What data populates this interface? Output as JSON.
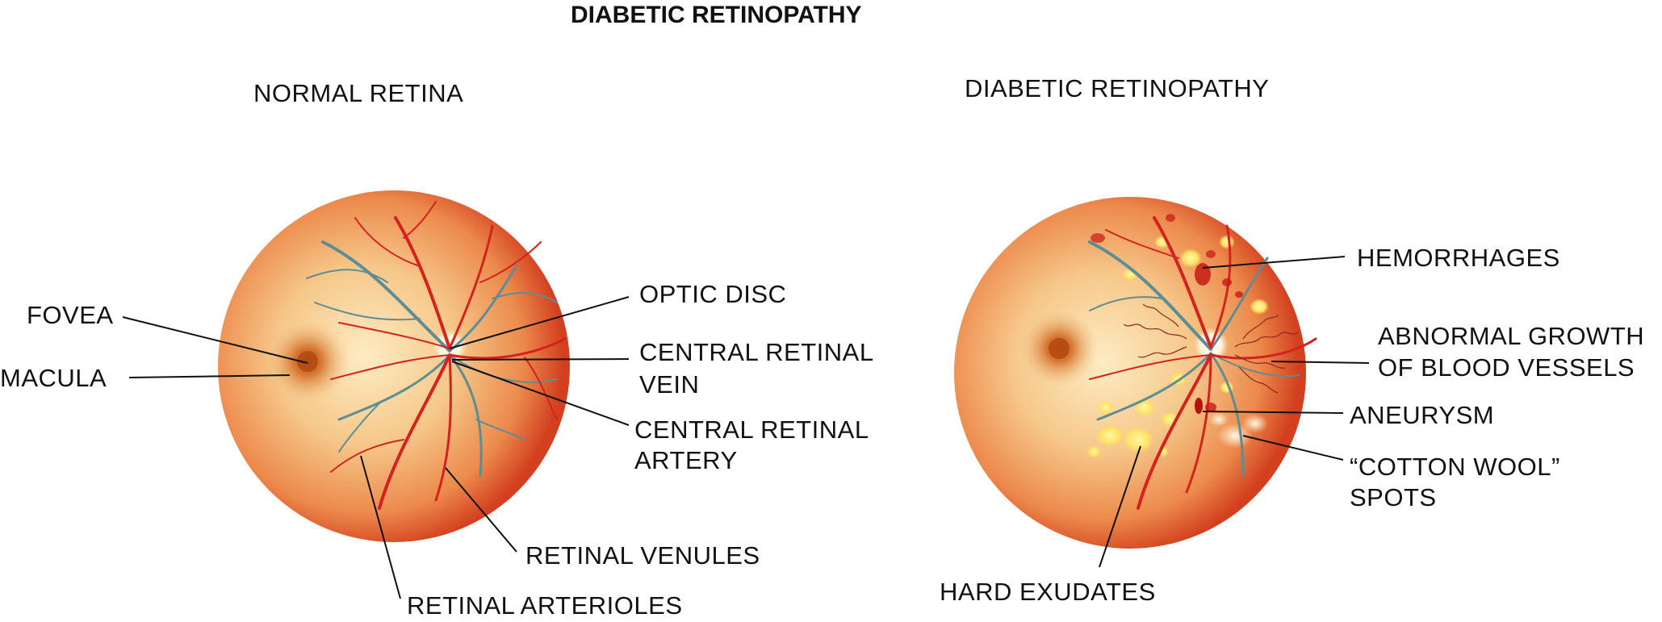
{
  "title": "DIABETIC RETINOPATHY",
  "panels": {
    "normal": {
      "heading": "NORMAL RETINA",
      "labels": {
        "fovea": "FOVEA",
        "macula": "MACULA",
        "optic_disc": "OPTIC DISC",
        "central_vein_1": "CENTRAL RETINAL",
        "central_vein_2": "VEIN",
        "central_artery_1": "CENTRAL RETINAL",
        "central_artery_2": "ARTERY",
        "venules": "RETINAL VENULES",
        "arterioles": "RETINAL ARTERIOLES"
      }
    },
    "diabetic": {
      "heading": "DIABETIC RETINOPATHY",
      "labels": {
        "hemorrhages": "HEMORRHAGES",
        "abnormal_1": "ABNORMAL GROWTH",
        "abnormal_2": "OF BLOOD VESSELS",
        "aneurysm": "ANEURYSM",
        "cotton_1": "“COTTON WOOL”",
        "cotton_2": "SPOTS",
        "hard_exudates": "HARD EXUDATES"
      }
    }
  },
  "colors": {
    "retina_center": "#fbe2b0",
    "retina_edge": "#d94a26",
    "artery": "#d4221e",
    "vein": "#5f8d95",
    "exudate": "#ffe36a",
    "leader": "#111111"
  }
}
